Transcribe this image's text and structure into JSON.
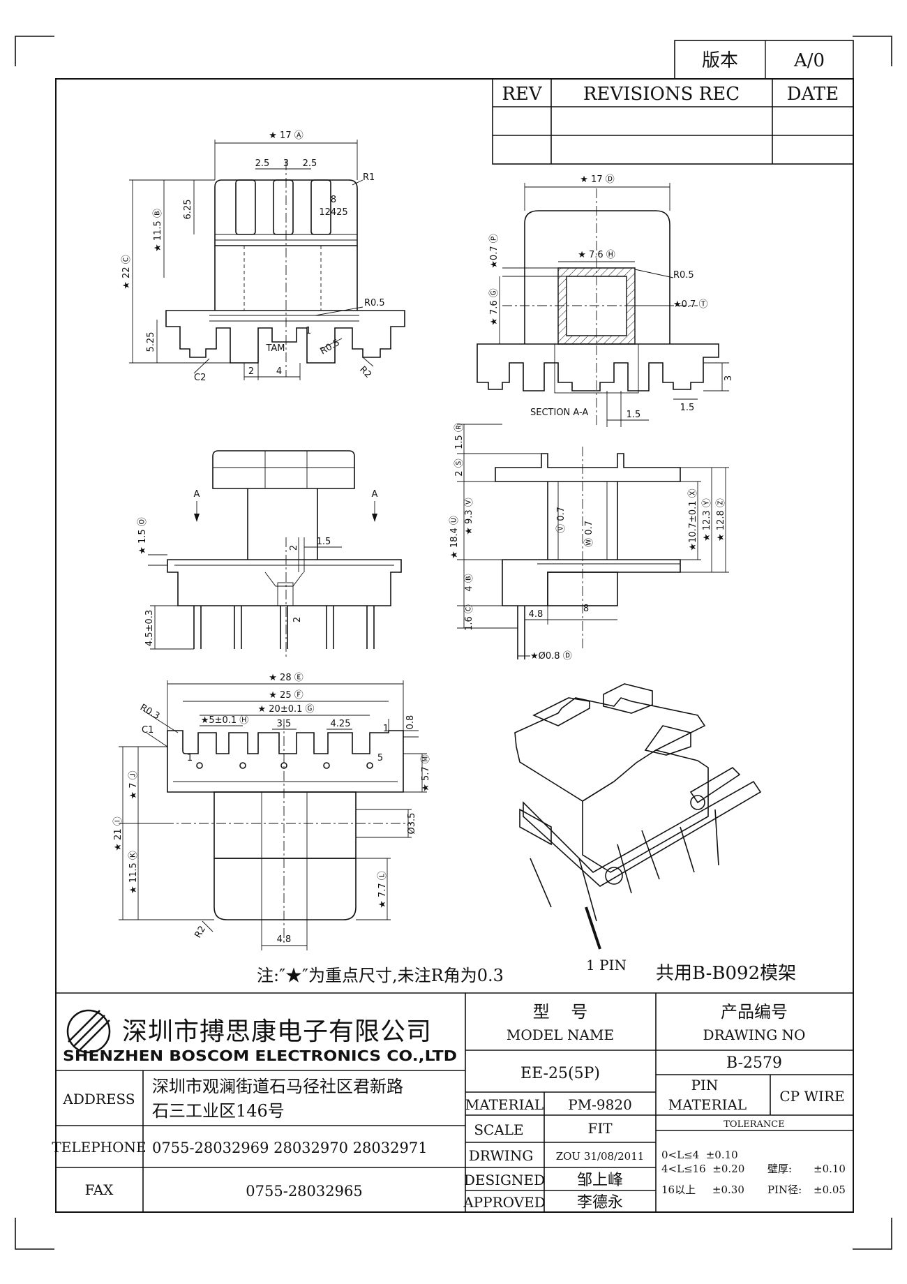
{
  "revision_box": {
    "version_label": "版本",
    "version_value": "A/0"
  },
  "revision_table": {
    "rev_header": "REV",
    "records_header": "REVISIONS REC",
    "date_header": "DATE"
  },
  "views": {
    "top": {
      "d1": "★ 17 Ⓐ",
      "d2": "2.5",
      "d3": "3",
      "d4": "2.5",
      "d5": "R1",
      "d6": "8",
      "d7": "12425",
      "d8": "6.25",
      "d9": "★ 11.5 Ⓑ",
      "d10": "★ 22 Ⓒ",
      "d11": "R0.5",
      "d12": "5.25",
      "d13": "TAM",
      "d14": "R0.5",
      "d15": "C2",
      "d16": "2",
      "d17": "4",
      "d18": "R2",
      "d19": "1"
    },
    "section": {
      "d1": "★ 17 Ⓓ",
      "d2": "★ 7.6 Ⓗ",
      "d3": "★0.7 Ⓟ",
      "d4": "R0.5",
      "d5": "★0.7 Ⓣ",
      "d6": "★ 7.6 Ⓖ",
      "d7": "3",
      "d8": "1.5",
      "d9": "SECTION A-A",
      "d10": "1.5"
    },
    "front": {
      "d1": "A",
      "d2": "A",
      "d3": "★ 1.5 Ⓞ",
      "d4": "2",
      "d5": "1.5",
      "d6": "2",
      "d7": "4.5±0.3"
    },
    "side": {
      "d1": "1.5 Ⓡ",
      "d2": "2 Ⓢ",
      "d3": "★ 18.4 Ⓤ",
      "d4": "★ 9.3 Ⓥ",
      "d5": "Ⓥ 0.7",
      "d6": "Ⓦ 0.7",
      "d7": "★10.7±0.1 Ⓧ",
      "d8": "★ 12.3 Ⓨ",
      "d9": "★ 12.8 Ⓩ",
      "d10": "4 Ⓑ",
      "d11": "1.6 Ⓒ",
      "d12": "4.8",
      "d13": "8",
      "d14": "★Ø0.8 Ⓓ"
    },
    "bottom": {
      "d1": "★ 28 Ⓔ",
      "d2": "★ 25 Ⓕ",
      "d3": "★ 20±0.1 Ⓖ",
      "d4": "R0.3",
      "d5": "★5±0.1 Ⓗ",
      "d6": "3.5",
      "d7": "4.25",
      "d8": "1",
      "d9": "0.8",
      "d10": "C1",
      "d11": "1",
      "d12": "5",
      "d13": "★ 5.7 Ⓜ",
      "d14": "★ 7 Ⓙ",
      "d15": "Ø3.5",
      "d16": "★ 21 Ⓘ",
      "d17": "★ 11.5 Ⓚ",
      "d18": "★ 7.7 Ⓛ",
      "d19": "R2",
      "d20": "4.8"
    },
    "iso": {
      "pin_label": "1 PIN"
    }
  },
  "notes": {
    "note1": "注:″★″为重点尺寸,未注R角为0.3",
    "note2": "共用B-B092模架"
  },
  "title_block": {
    "company_cn": "深圳市搏思康电子有限公司",
    "company_en": "SHENZHEN BOSCOM ELECTRONICS CO.,LTD",
    "model_name_cn": "型    号",
    "model_name_en": "MODEL NAME",
    "model_value": "EE-25(5P)",
    "drawing_no_cn": "产品编号",
    "drawing_no_en": "DRAWING NO",
    "drawing_no_value": "B-2579",
    "address_label": "ADDRESS",
    "address_line1": "深圳市观澜街道石马径社区君新路",
    "address_line2": "石三工业区146号",
    "telephone_label": "TELEPHONE",
    "telephone_value": "0755-28032969 28032970 28032971",
    "fax_label": "FAX",
    "fax_value": "0755-28032965",
    "material_label": "MATERIAL",
    "material_value": "PM-9820",
    "pin_material_label_1": "PIN",
    "pin_material_label_2": "MATERIAL",
    "pin_material_value": "CP WIRE",
    "scale_label": "SCALE",
    "scale_value": "FIT",
    "tolerance_label": "TOLERANCE",
    "drwing_label": "DRWING",
    "drwing_value": "ZOU 31/08/2011",
    "designed_label": "DESIGNED",
    "designed_value": "邹上峰",
    "approved_label": "APPROVED",
    "approved_value": "李德永",
    "tol1": "0<L≤4  ±0.10",
    "tol2": "4<L≤16  ±0.20",
    "tol3": "16以上     ±0.30",
    "wall_label": "壁厚:",
    "wall_value": "±0.10",
    "pin_dia_label": "PIN径:",
    "pin_dia_value": "±0.05"
  }
}
